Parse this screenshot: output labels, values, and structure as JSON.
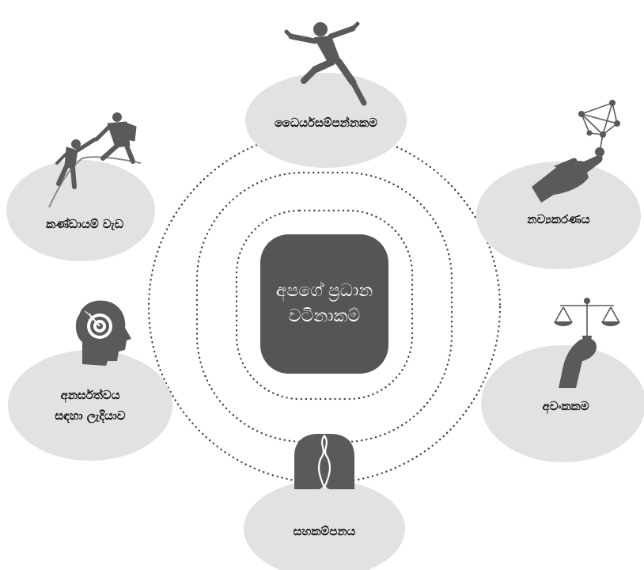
{
  "center": {
    "line1": "අපගේ ප්‍රධාන",
    "line2": "වටිනාකම්"
  },
  "values": [
    {
      "label": "ධෛර්යසම්පන්නකම",
      "icon": "running-person-icon"
    },
    {
      "label": "නව්‍යකරණය",
      "icon": "hand-network-icon"
    },
    {
      "label": "අවංකකම",
      "icon": "hand-scales-icon"
    },
    {
      "label": "සහකම්පනය",
      "icon": "two-faces-icon"
    },
    {
      "label_line1": "අනර්ඝත්වය",
      "label_line2": "සඳහා ලැදියාව",
      "icon": "head-target-icon"
    },
    {
      "label": "කණ්ඩායම් වැඩ",
      "icon": "climbers-helping-icon"
    }
  ],
  "colors": {
    "circle": "#e2e2e2",
    "icon": "#5a5a5a",
    "center": "#555555",
    "dots": "#444444"
  }
}
